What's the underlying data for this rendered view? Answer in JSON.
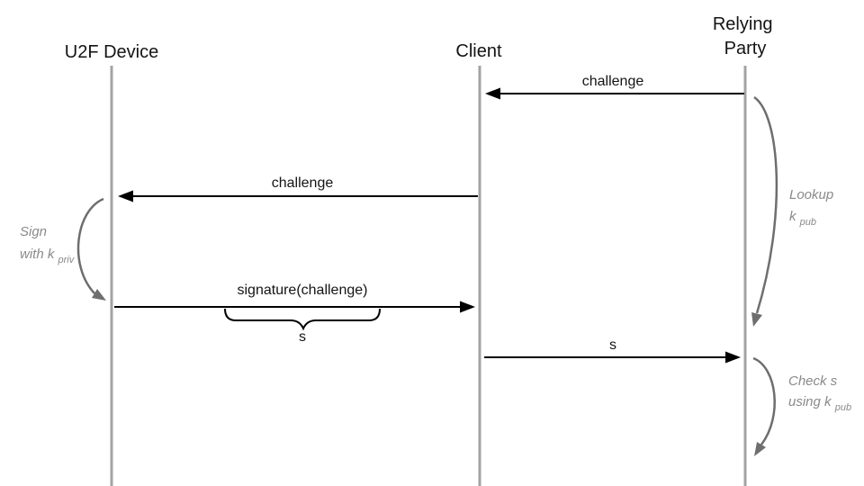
{
  "colors": {
    "background": "#ffffff",
    "lifeline": "#a3a3a3",
    "message": "#000000",
    "self-curve": "#6e6e6e",
    "annotation-text": "#8a8a8a",
    "label-text": "#141414"
  },
  "actors": [
    {
      "name": "U2F Device",
      "lines": [
        "U2F Device"
      ]
    },
    {
      "name": "Client",
      "lines": [
        "Client"
      ]
    },
    {
      "name": "Relying Party",
      "lines": [
        "Relying",
        "Party"
      ]
    }
  ],
  "messages": [
    {
      "from": "Relying Party",
      "to": "Client",
      "label": "challenge"
    },
    {
      "from": "Client",
      "to": "U2F Device",
      "label": "challenge"
    },
    {
      "from": "U2F Device",
      "to": "Client",
      "label": "signature(challenge)"
    },
    {
      "from": "Client",
      "to": "Relying Party",
      "label": "s"
    }
  ],
  "brace": {
    "label": "s",
    "annotates": "signature(challenge)"
  },
  "self_actions": [
    {
      "actor": "U2F Device",
      "text": "Sign with k_priv",
      "line1": "Sign",
      "line2": "with k",
      "sub": "priv"
    },
    {
      "actor": "Relying Party",
      "text": "Lookup k_pub",
      "line1": "Lookup",
      "line2": "k",
      "sub": "pub"
    },
    {
      "actor": "Relying Party",
      "text": "Check s using k_pub",
      "line1": "Check s",
      "line2": "using k",
      "sub": "pub"
    }
  ]
}
